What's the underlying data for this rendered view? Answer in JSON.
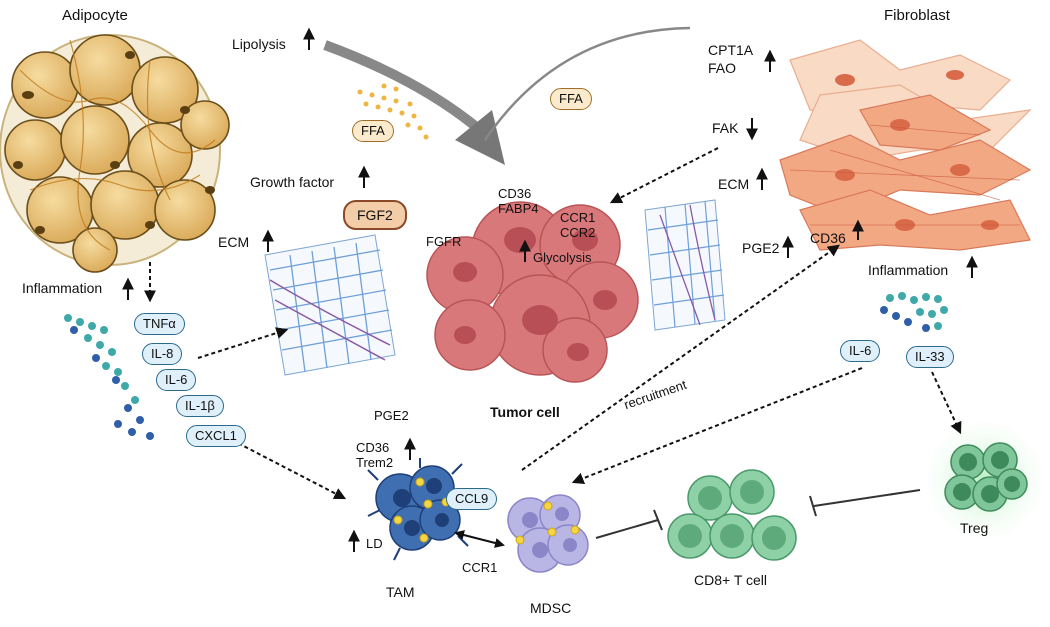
{
  "cells": {
    "adipocyte": "Adipocyte",
    "fibroblast": "Fibroblast",
    "tumor": "Tumor cell",
    "tam": "TAM",
    "mdsc": "MDSC",
    "cd8": "CD8+ T cell",
    "treg": "Treg"
  },
  "labels": {
    "lipolysis": "Lipolysis",
    "ffa_left": "FFA",
    "ffa_right": "FFA",
    "cpt1a": "CPT1A",
    "fao": "FAO",
    "fak": "FAK",
    "ecm_fib": "ECM",
    "pge2_fib": "PGE2",
    "cd36_fib": "CD36",
    "inflammation_fib": "Inflammation",
    "growth_factor": "Growth factor",
    "fgf2": "FGF2",
    "ecm_left": "ECM",
    "inflammation_left": "Inflammation",
    "tumor_cd36": "CD36",
    "tumor_fabp4": "FABP4",
    "fgfr": "FGFR",
    "ccr1_tumor": "CCR1",
    "ccr2_tumor": "CCR2",
    "glycolysis": "Glycolysis",
    "recruitment": "recruitment",
    "pge2_tam": "PGE2",
    "cd36_tam": "CD36",
    "trem2": "Trem2",
    "ld": "LD",
    "ccr1_mdsc": "CCR1",
    "ccl9": "CCL9"
  },
  "cytokines_left": [
    "TNFα",
    "IL-8",
    "IL-6",
    "IL-1β",
    "CXCL1"
  ],
  "cytokines_right": [
    "IL-6",
    "IL-33"
  ],
  "colors": {
    "adipocyte_fill": "#e8c57a",
    "fibroblast_fill": "#f3a884",
    "tumor_fill": "#d9787a",
    "tam_fill": "#3f6fb0",
    "mdsc_fill": "#b9b6e6",
    "tcell_fill": "#7fc79a",
    "pill_fill": "#dff0fb",
    "ffa_dot": "#f0b440"
  }
}
